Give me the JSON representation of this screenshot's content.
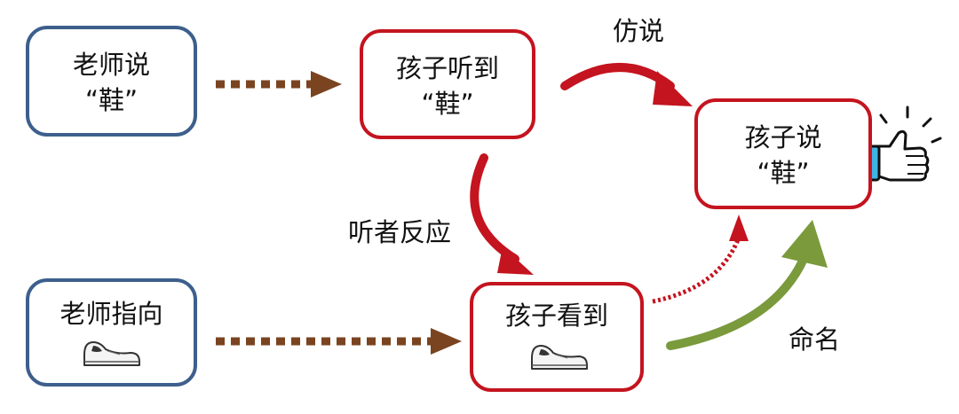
{
  "colors": {
    "teacher_border": "#3d5f8c",
    "child_border": "#c4141f",
    "dotted_arrow": "#7a4420",
    "red_arrow": "#c4141f",
    "green_arrow": "#7a9a3c",
    "thumb_cuff": "#3fb4e2"
  },
  "boxes": {
    "teacher_says": {
      "line1": "老师说",
      "line2": "“鞋”"
    },
    "child_hears": {
      "line1": "孩子听到",
      "line2": "“鞋”"
    },
    "child_says": {
      "line1": "孩子说",
      "line2": "“鞋”"
    },
    "teacher_points": {
      "line1": "老师指向",
      "icon": "shoe-icon"
    },
    "child_sees": {
      "line1": "孩子看到",
      "icon": "shoe-icon"
    }
  },
  "labels": {
    "imitate": "仿说",
    "listener_response": "听者反应",
    "naming": "命名"
  },
  "icons": {
    "success": "thumbs-up-icon"
  }
}
